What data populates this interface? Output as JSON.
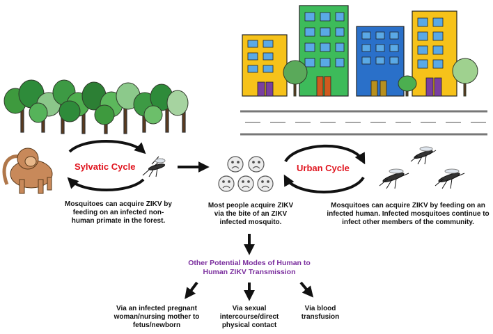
{
  "sylvatic": {
    "label": "Sylvatic Cycle",
    "caption": [
      "Mosquitoes can acquire ZIKV by",
      "feeding on an infected non-",
      "human primate in the forest."
    ]
  },
  "urban": {
    "label": "Urban Cycle",
    "caption": [
      "Mosquitoes can acquire ZIKV by feeding on an",
      "infected human. Infected mosquitoes continue to",
      "infect other members of the community."
    ]
  },
  "human": {
    "caption": [
      "Most people acquire ZIKV",
      "via the bite of an ZIKV",
      "infected mosquito."
    ]
  },
  "other_modes": {
    "title": [
      "Other Potential Modes of Human to",
      "Human ZIKV Transmission"
    ],
    "items": [
      [
        "Via an infected pregnant",
        "woman/nursing mother to",
        "fetus/newborn"
      ],
      [
        "Via sexual",
        "intercourse/direct",
        "physical contact"
      ],
      [
        "Via blood",
        "transfusion"
      ]
    ]
  },
  "colors": {
    "cycle_label": "#e0141e",
    "modes_title": "#7b2f9e",
    "building_yellow": "#f6c21a",
    "building_green": "#3dbb5a",
    "building_blue": "#2a70c9",
    "window_blue": "#5aa9e6"
  }
}
